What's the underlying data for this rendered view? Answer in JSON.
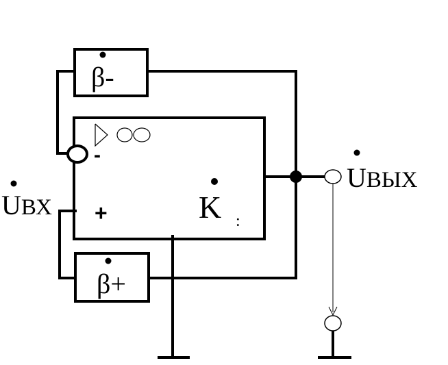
{
  "feedback_negative": {
    "label": "β-"
  },
  "feedback_positive": {
    "label": "β+"
  },
  "amplifier": {
    "symbol": "▷∞",
    "inverting_sign": "-",
    "noninverting_sign": "+",
    "gain_label": "K",
    "gain_mark": ":"
  },
  "input": {
    "label_main": "U",
    "label_sub": "ВХ"
  },
  "output": {
    "label_main": "U",
    "label_sub": "ВЫХ"
  }
}
